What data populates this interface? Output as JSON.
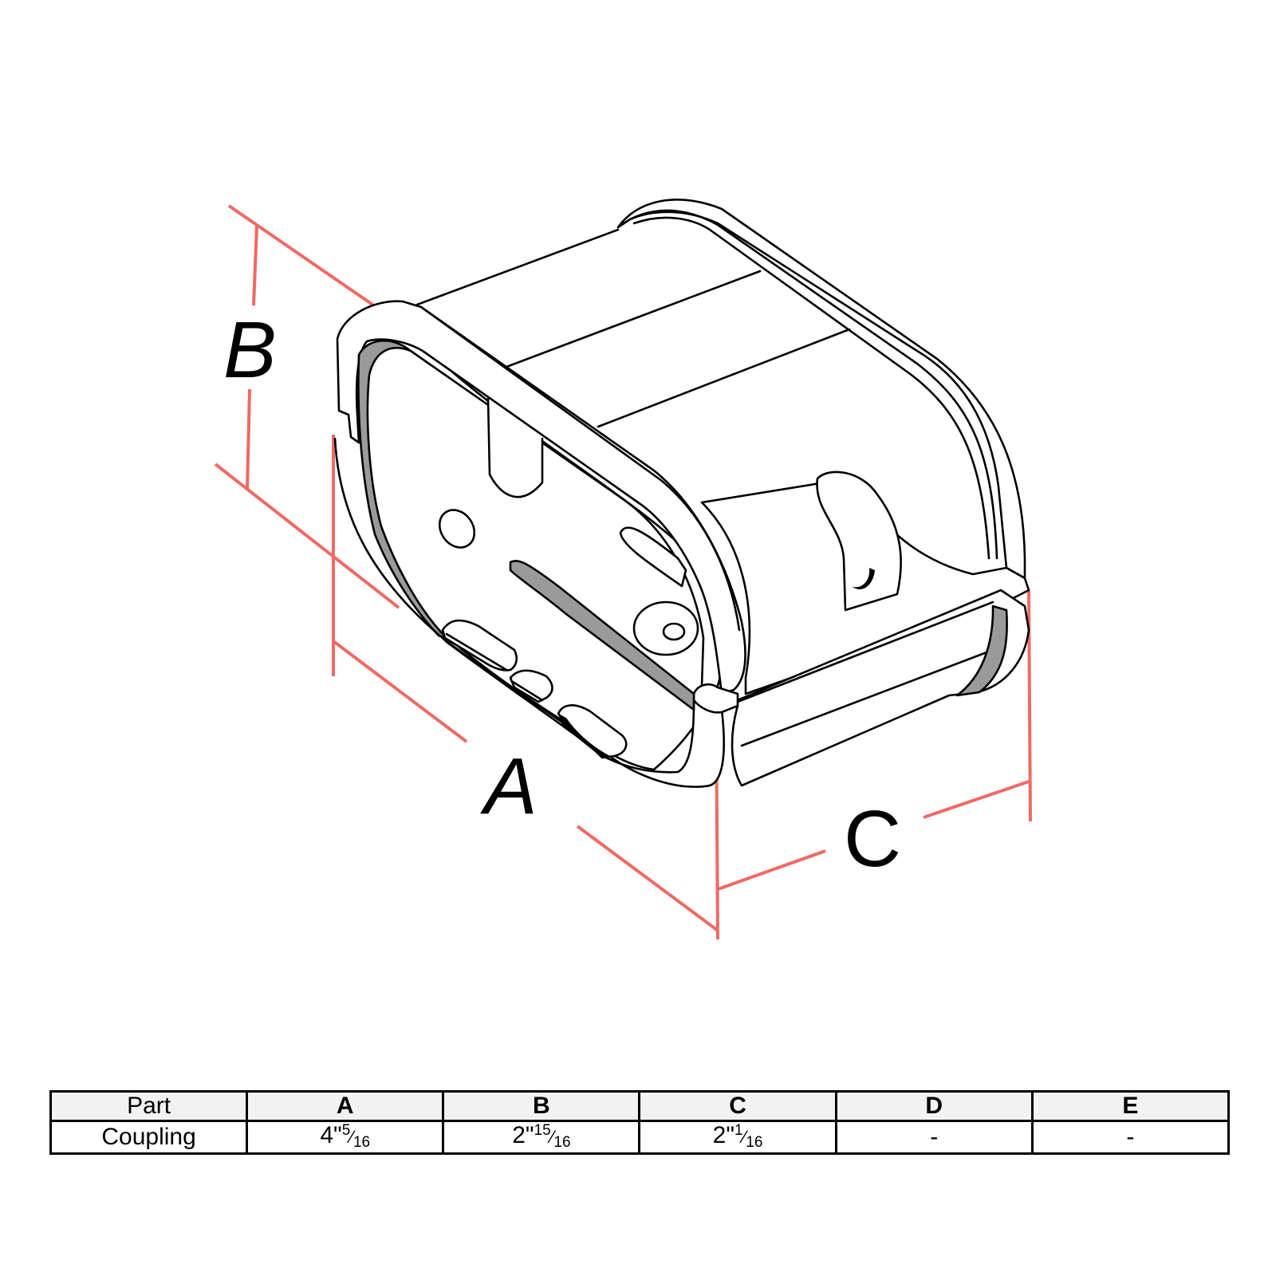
{
  "diagram": {
    "subject": "Coupling",
    "dimension_labels": {
      "a": "A",
      "b": "B",
      "c": "C"
    },
    "colors": {
      "dimension_line": "#ef6a63",
      "outline": "#000000",
      "shaded": "#9a9a9a",
      "header_bg": "#f2f2f2"
    }
  },
  "table": {
    "headers": [
      "Part",
      "A",
      "B",
      "C",
      "D",
      "E"
    ],
    "rows": [
      {
        "part": "Coupling",
        "a": {
          "whole": "4\"",
          "num": "5",
          "den": "16"
        },
        "b": {
          "whole": "2\"",
          "num": "15",
          "den": "16"
        },
        "c": {
          "whole": "2\"",
          "num": "1",
          "den": "16"
        },
        "d": "-",
        "e": "-"
      }
    ],
    "fraction_slash": "⁄"
  }
}
